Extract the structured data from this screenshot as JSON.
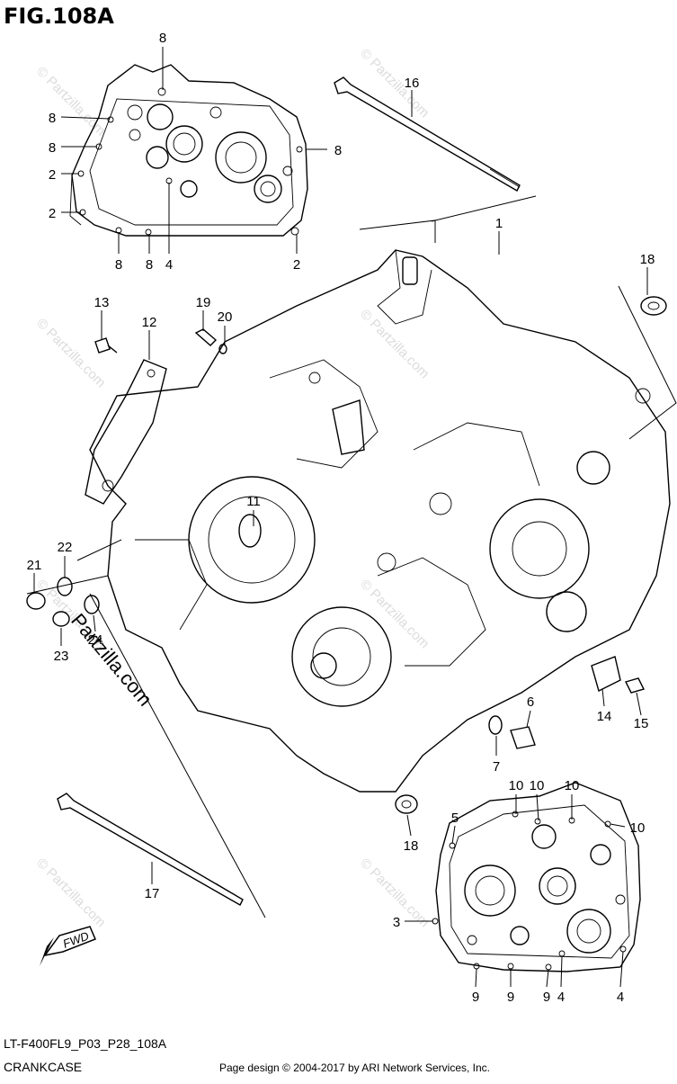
{
  "figure": {
    "title": "FIG.108A",
    "model_code": "LT-F400FL9_P03_P28_108A",
    "section_name": "CRANKCASE",
    "credit": "Page design © 2004-2017 by ARI Network Services, Inc.",
    "watermark": "Partzilla.com",
    "watermark_short": "© Partzilla.com",
    "fwd_label": "FWD"
  },
  "callouts": [
    "8",
    "8",
    "8",
    "8",
    "2",
    "2",
    "8",
    "8",
    "4",
    "2",
    "16",
    "1",
    "18",
    "13",
    "19",
    "20",
    "12",
    "11",
    "22",
    "21",
    "23",
    "24",
    "6",
    "14",
    "15",
    "7",
    "10",
    "10",
    "10",
    "10",
    "5",
    "18",
    "17",
    "3",
    "9",
    "9",
    "9",
    "4",
    "4"
  ]
}
